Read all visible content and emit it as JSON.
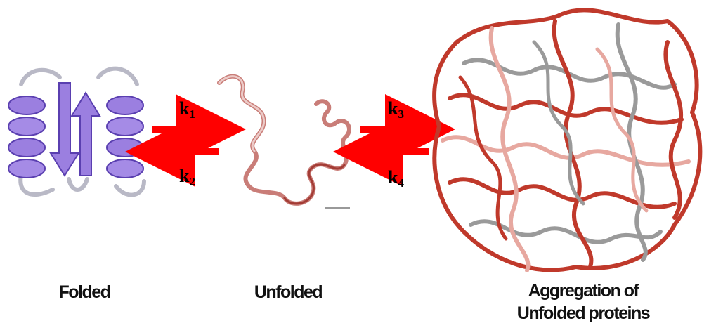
{
  "stages": {
    "folded": {
      "label": "Folded"
    },
    "unfolded": {
      "label": "Unfolded"
    },
    "aggregate": {
      "label_line1": "Aggregation of",
      "label_line2": "Unfolded proteins"
    }
  },
  "rates": {
    "k1": {
      "base": "k",
      "sub": "1"
    },
    "k2": {
      "base": "k",
      "sub": "2"
    },
    "k3": {
      "base": "k",
      "sub": "3"
    },
    "k4": {
      "base": "k",
      "sub": "4"
    }
  },
  "colors": {
    "arrow": "#ff0000",
    "helix": "#9b7fe0",
    "helix_dark": "#5a3fb0",
    "chain_red": "#c0392b",
    "chain_pink": "#e7a8a0",
    "chain_grey": "#9a9a9a",
    "label": "#111111"
  },
  "icons": {
    "folded": "folded-protein-ribbon",
    "unfolded": "unfolded-protein-chain",
    "aggregate": "protein-aggregate-tangle"
  }
}
